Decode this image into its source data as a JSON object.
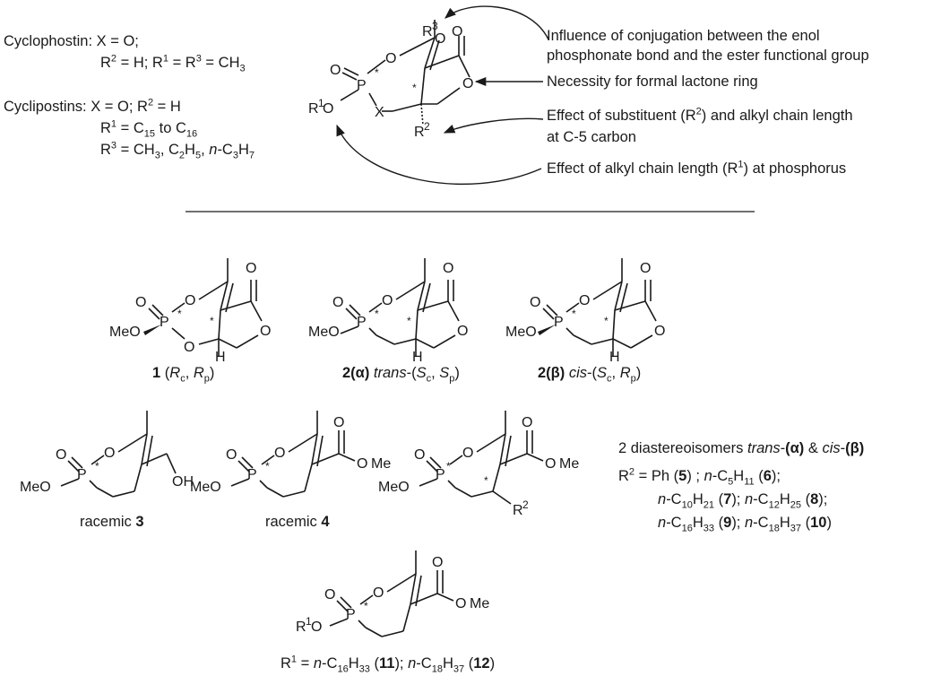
{
  "intro": {
    "cyclophostin_1": "Cyclophostin: X = O;",
    "cyclophostin_2": "R2 = H; R1 = R3 = CH3",
    "cyclipostins_1": "Cyclipostins: X = O; R2 = H",
    "cyclipostins_2": "R1 = C15 to C16",
    "cyclipostins_3": "R3 = CH3, C2H5, n-C3H7"
  },
  "annotations": {
    "conjugation_1": "Influence of conjugation between the enol",
    "conjugation_2": "phosphonate bond and the ester functional group",
    "lactone": "Necessity for formal lactone ring",
    "substituent_1": "Effect of substituent (R2) and alkyl chain length",
    "substituent_2": "at C-5 carbon",
    "alkyl_chain": "Effect of alkyl chain length (R1) at phosphorus"
  },
  "compound_labels": {
    "c1": "1 (Rc, Rp)",
    "c2a": "2(α) trans-(Sc, Sp)",
    "c2b": "2(β) cis-(Sc, Rp)",
    "c3": "racemic 3",
    "c4": "racemic 4",
    "c11_12": "R1 = n-C16H33 (11); n-C18H37 (12)"
  },
  "series": {
    "diastereo": "2 diastereoisomers trans-(α) & cis-(β)",
    "line1": "R2 = Ph (5) ; n-C5H11 (6);",
    "line2": "n-C10H21 (7); n-C12H25 (8);",
    "line3": "n-C16H33 (9); n-C18H37 (10)"
  },
  "atoms": {
    "O": "O",
    "P": "P",
    "X": "X",
    "H": "H",
    "OH": "OH",
    "OMe": "OMe",
    "MeO": "MeO",
    "R1O": "R1O",
    "R2": "R2",
    "R3": "R3",
    "star": "*"
  }
}
